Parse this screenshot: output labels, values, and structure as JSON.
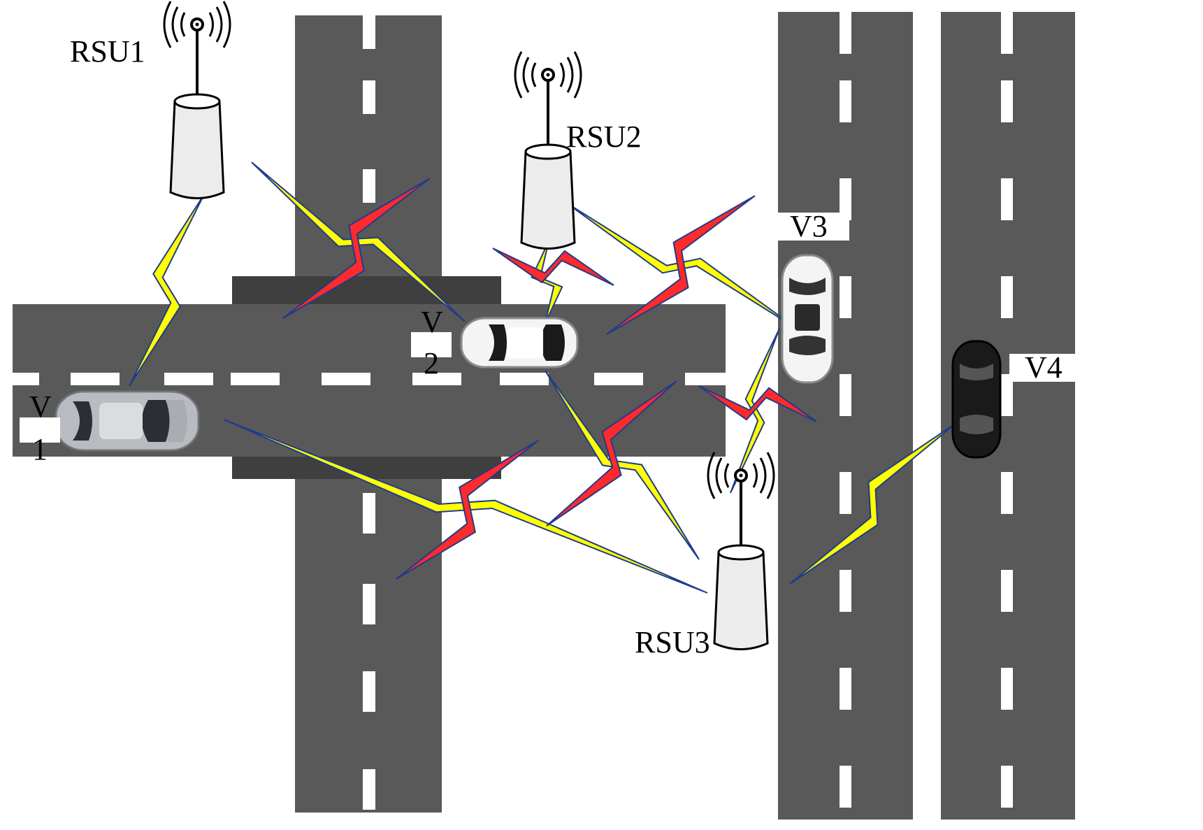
{
  "labels": {
    "rsu1": "RSU1",
    "rsu2": "RSU2",
    "rsu3": "RSU3",
    "v1_line1": "V",
    "v1_line2": "1",
    "v2_line1": "V",
    "v2_line2": "2",
    "v3": "V3",
    "v4": "V4"
  },
  "colors": {
    "road": "#595959",
    "road_shadow": "#3f3f3f",
    "lane_marking": "#ffffff",
    "v2i_link": "#ffff00",
    "v2v_link": "#ff2a2a",
    "link_outline": "#1f3b8c",
    "car_silver": "#b8bcc0",
    "car_white": "#f2f2f2",
    "car_black": "#1a1a1a"
  },
  "links": [
    {
      "from": "RSU1",
      "to": "V1",
      "type": "v2i"
    },
    {
      "from": "RSU1",
      "to": "V2",
      "type": "v2i"
    },
    {
      "from": "RSU2",
      "to": "V2",
      "type": "v2i"
    },
    {
      "from": "RSU2",
      "to": "V3",
      "type": "v2i"
    },
    {
      "from": "RSU3",
      "to": "V1",
      "type": "v2i"
    },
    {
      "from": "RSU3",
      "to": "V2",
      "type": "v2i"
    },
    {
      "from": "RSU3",
      "to": "V3",
      "type": "v2i"
    },
    {
      "from": "RSU3",
      "to": "V4",
      "type": "v2i"
    }
  ]
}
